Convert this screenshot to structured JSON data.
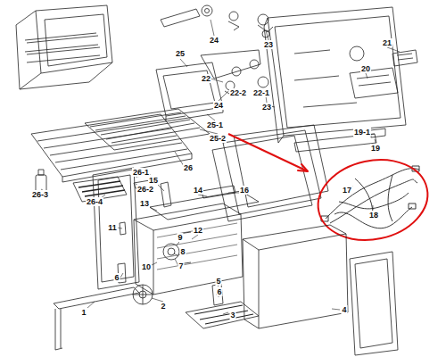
{
  "diagram": {
    "labels": [
      "24",
      "23",
      "25",
      "22",
      "22-2",
      "22-1",
      "24",
      "23",
      "21",
      "20",
      "25-1",
      "25-2",
      "26",
      "26-1",
      "26-3",
      "26-2",
      "26-4",
      "19-1",
      "19",
      "17",
      "18",
      "15",
      "14",
      "16",
      "13",
      "11",
      "12",
      "9",
      "8",
      "7",
      "10",
      "6",
      "5",
      "6",
      "2",
      "3",
      "1",
      "4"
    ]
  }
}
